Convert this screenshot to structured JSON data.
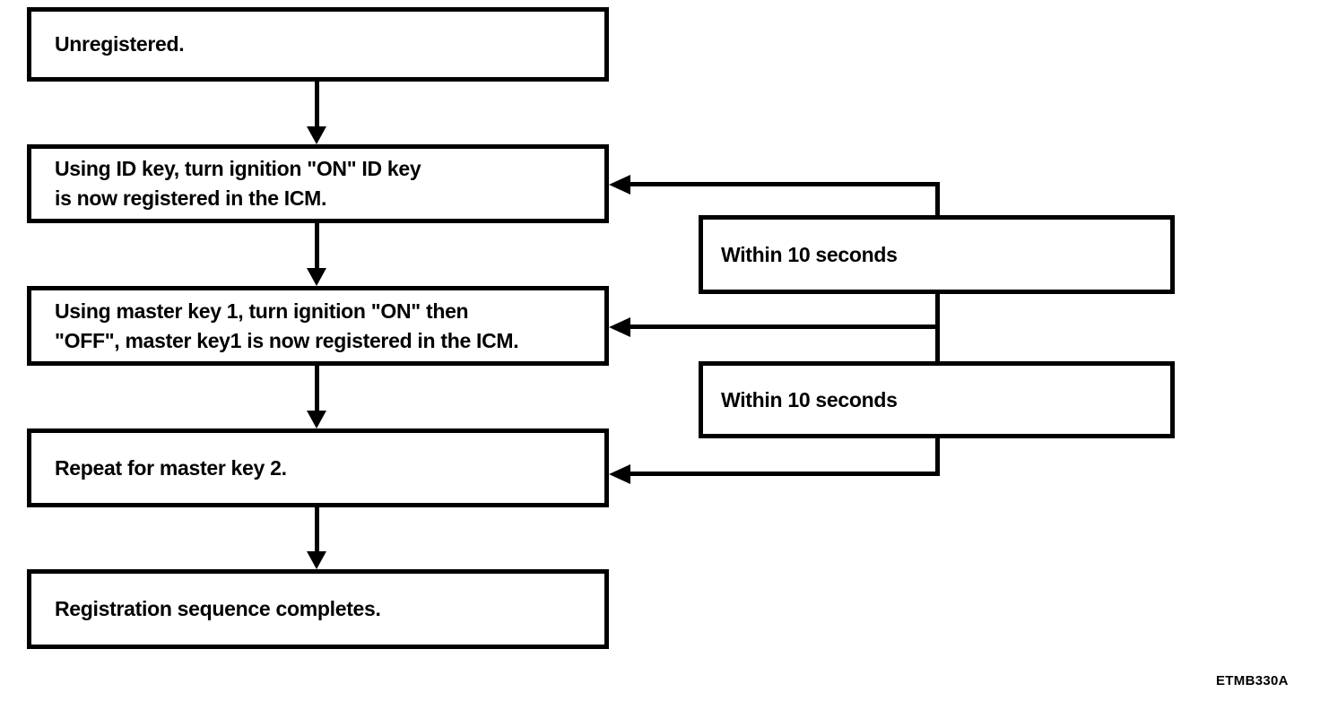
{
  "diagram": {
    "title": "ID key registration sequence flowchart",
    "boxes": {
      "step1": "Unregistered.",
      "step2": "Using ID key, turn ignition \"ON\" ID key\nis now registered in the ICM.",
      "step3": "Using master key 1, turn ignition \"ON\" then\n\"OFF\", master key1 is now registered in the ICM.",
      "step4": "Repeat for master key 2.",
      "step5": "Registration sequence completes."
    },
    "callouts": {
      "within_1": "Within 10 seconds",
      "within_2": "Within 10 seconds"
    },
    "figure_code": "ETMB330A",
    "colors": {
      "line": "#000000",
      "background": "#ffffff"
    }
  }
}
